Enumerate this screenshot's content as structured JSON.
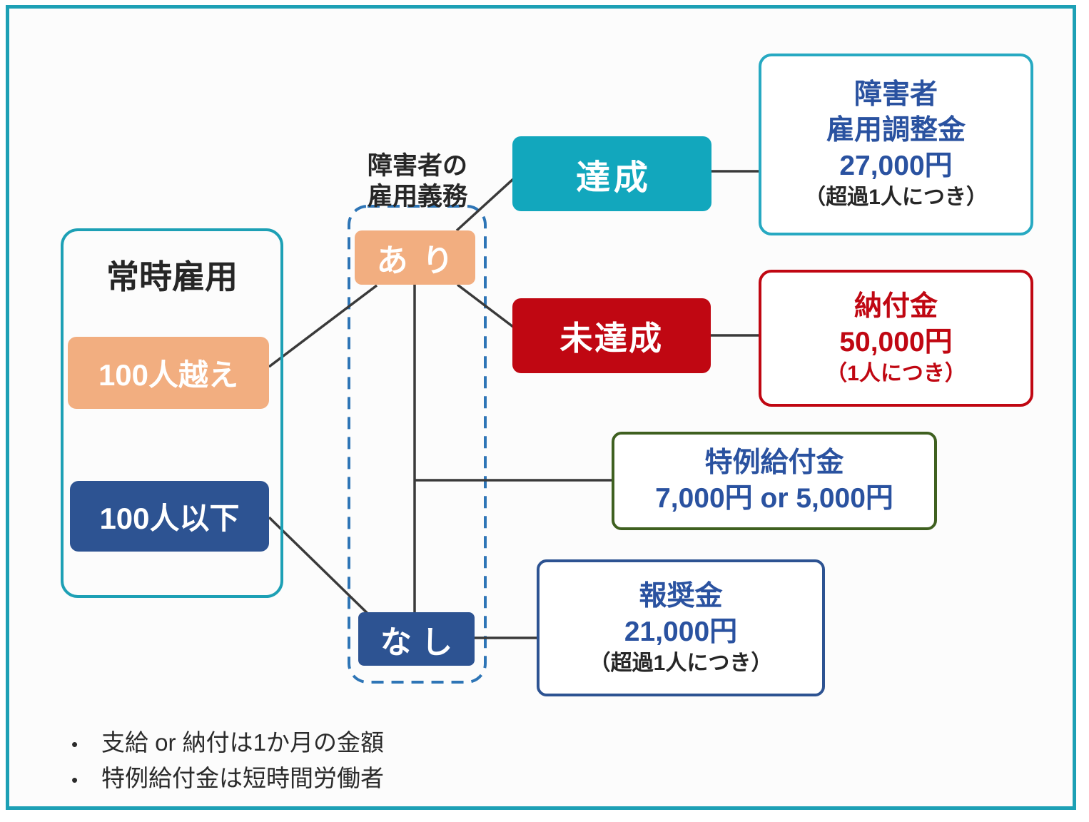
{
  "diagram": {
    "left_group": {
      "title": "常時雇用",
      "over_100": "100人越え",
      "under_100": "100人以下"
    },
    "obligation": {
      "label_line1": "障害者の",
      "label_line2": "雇用義務",
      "yes": "あり",
      "no": "なし"
    },
    "status": {
      "achieved": "達成",
      "not_achieved": "未達成"
    },
    "cards": {
      "adjustment": {
        "line1": "障害者",
        "line2": "雇用調整金",
        "amount": "27,000円",
        "note": "（超過1人につき）"
      },
      "levy": {
        "title": "納付金",
        "amount": "50,000円",
        "note": "（1人につき）"
      },
      "special": {
        "title": "特例給付金",
        "amount": "7,000円 or 5,000円"
      },
      "reward": {
        "title": "報奨金",
        "amount": "21,000円",
        "note": "（超過1人につき）"
      }
    },
    "notes": {
      "bullet": "•",
      "items": [
        "支給 or 納付は1か月の金額",
        "特例給付金は短時間労働者"
      ]
    },
    "colors": {
      "outer_border": "#1DA0B5",
      "teal_fill": "#12A7BD",
      "orange_fill": "#F2AE80",
      "dark_blue_fill": "#2D5392",
      "red_fill": "#C00712",
      "teal_card_border": "#27A9C2",
      "red_card_border": "#C00712",
      "green_card_border": "#3F6020",
      "blue_card_border": "#2D5392",
      "dashed_border_blue": "#2E75B6",
      "text_blue": "#2A52A0",
      "text_red": "#C00712",
      "text_dark": "#262626",
      "connector_gray": "#3A3A3A"
    }
  }
}
